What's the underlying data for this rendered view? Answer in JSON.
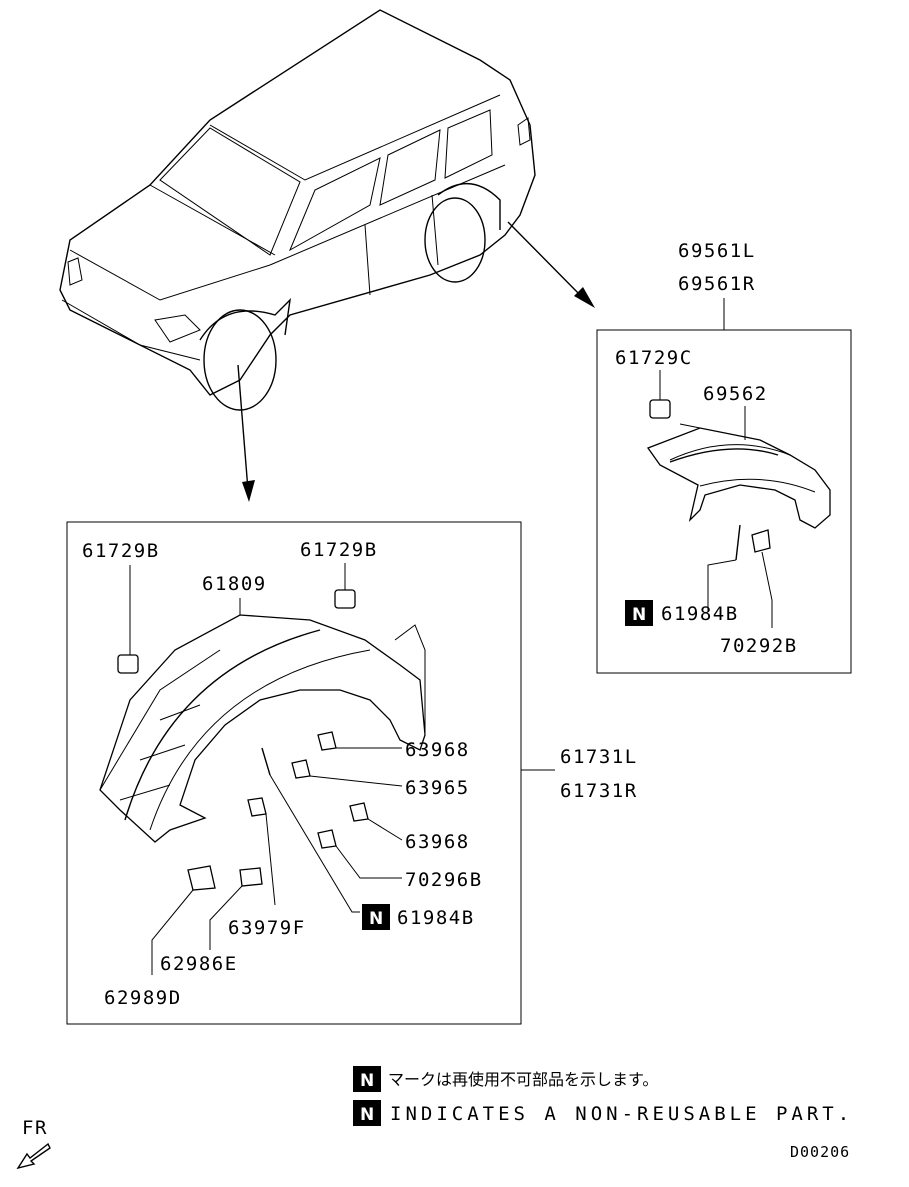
{
  "labels": {
    "rear_group_1": "69561L",
    "rear_group_2": "69561R",
    "rear_clip": "61729C",
    "rear_molding": "69562",
    "rear_rivet": "61984B",
    "rear_screw": "70292B",
    "front_clip_left": "61729B",
    "front_clip_right": "61729B",
    "front_molding": "61809",
    "front_clip_a": "63968",
    "front_clip_b": "63965",
    "front_clip_c": "63968",
    "front_screw": "70296B",
    "front_rivet": "61984B",
    "front_washer": "63979F",
    "front_nut": "62986E",
    "front_bracket": "62989D",
    "front_group_1": "61731L",
    "front_group_2": "61731R"
  },
  "legend": {
    "symbol": "N",
    "japanese": "マークは再使用不可部品を示します。",
    "english": "INDICATES A NON-REUSABLE PART."
  },
  "direction": "FR",
  "diagram_code": "D00206"
}
